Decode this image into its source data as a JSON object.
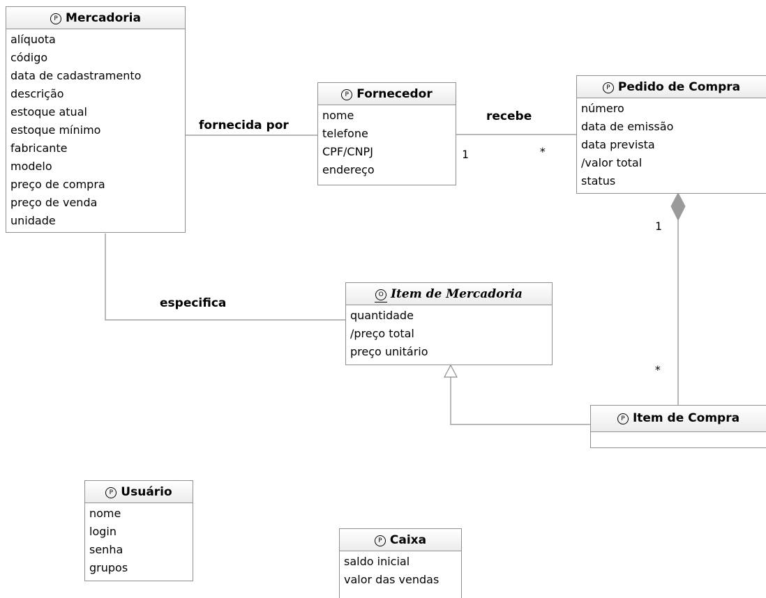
{
  "classes": {
    "mercadoria": {
      "stereotype": "P",
      "name": "Mercadoria",
      "attributes": [
        "alíquota",
        "código",
        "data de cadastramento",
        "descrição",
        "estoque atual",
        "estoque mínimo",
        "fabricante",
        "modelo",
        "preço de compra",
        "preço de venda",
        "unidade"
      ]
    },
    "fornecedor": {
      "stereotype": "P",
      "name": "Fornecedor",
      "attributes": [
        "nome",
        "telefone",
        "CPF/CNPJ",
        "endereço"
      ]
    },
    "pedido": {
      "stereotype": "P",
      "name": "Pedido de Compra",
      "attributes": [
        "número",
        "data de emissão",
        "data prevista",
        "/valor total",
        "status"
      ]
    },
    "item_mercadoria": {
      "stereotype": "O",
      "name": "Item de Mercadoria",
      "attributes": [
        "quantidade",
        "/preço total",
        "preço unitário"
      ]
    },
    "item_compra": {
      "stereotype": "P",
      "name": "Item de Compra",
      "attributes": []
    },
    "usuario": {
      "stereotype": "P",
      "name": "Usuário",
      "attributes": [
        "nome",
        "login",
        "senha",
        "grupos"
      ]
    },
    "caixa": {
      "stereotype": "P",
      "name": "Caixa",
      "attributes": [
        "saldo inicial",
        "valor das vendas"
      ]
    }
  },
  "associations": {
    "fornecida_por": "fornecida por",
    "recebe": "recebe",
    "recebe_mult_source": "1",
    "recebe_mult_target": "*",
    "especifica": "especifica",
    "composition_mult_whole": "1",
    "composition_mult_part": "*"
  },
  "colors": {
    "line": "#a0a0a0",
    "border": "#8f8f8f",
    "diamond": "#9a9a9a"
  }
}
